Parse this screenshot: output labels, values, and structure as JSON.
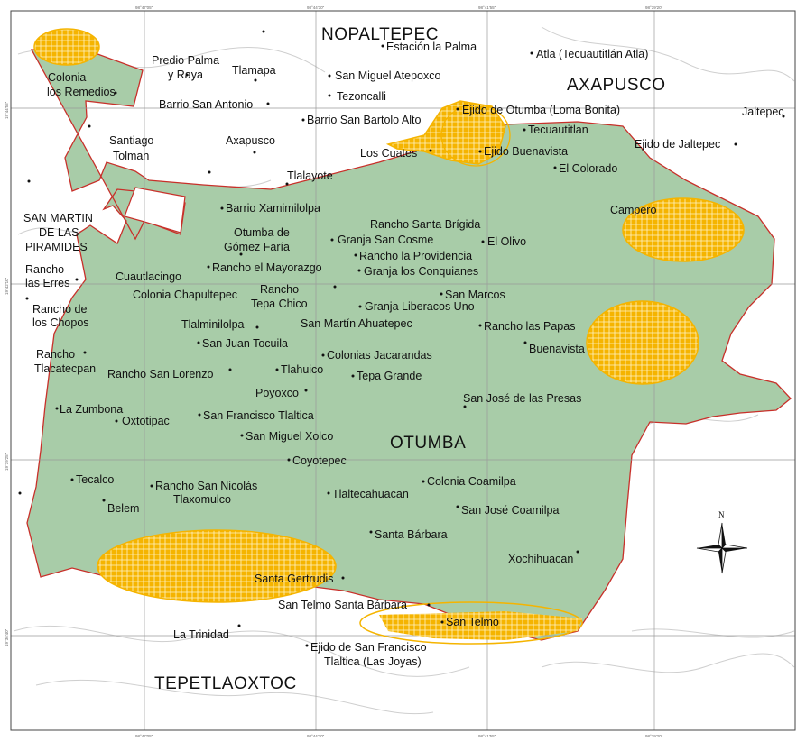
{
  "colors": {
    "background": "#ffffff",
    "municipality_fill": "#a8cca8",
    "boundary": "#c8302a",
    "highlight": "#f5b400",
    "contour": "#cfcfcf",
    "grid": "#9a9a9a"
  },
  "regions": {
    "nopaltepec": "NOPALTEPEC",
    "axapusco": "AXAPUSCO",
    "otumba": "OTUMBA",
    "tepetlaoxtoc": "TEPETLAOXTOC",
    "san_martin_1": "SAN MARTIN",
    "san_martin_2": "DE LAS",
    "san_martin_3": "PIRAMIDES"
  },
  "compass": {
    "label": "N",
    "icon": "compass-rose-icon"
  },
  "coords": {
    "top": [
      "98°47'05\"",
      "98°44'30\"",
      "98°41'55\"",
      "98°39'20\""
    ],
    "bottom": [
      "98°47'05\"",
      "98°44'30\"",
      "98°41'55\"",
      "98°39'20\""
    ],
    "left": [
      "19°44'55\"",
      "19°42'10\"",
      "19°39'25\"",
      "19°36'40\""
    ]
  },
  "places": [
    "Colonia",
    "los Remedios",
    "Predio Palma",
    "y Raya",
    "Tlamapa",
    "Estación la Palma",
    "San Miguel Atepoxco",
    "Atla (Tecuautitlán Atla)",
    "Tezoncalli",
    "Barrio San Antonio",
    "Barrio San Bartolo Alto",
    "Ejido de Otumba (Loma Bonita)",
    "Jaltepec",
    "Santiago",
    "Tolman",
    "Axapusco",
    "Los Cuates",
    "Ejido Buenavista",
    "Tecuautitlan",
    "Ejido de Jaltepec",
    "El Colorado",
    "Tlalayote",
    "Barrio Xamimilolpa",
    "Campero",
    "Rancho Santa Brígida",
    "Otumba de",
    "Gómez Faría",
    "Granja San Cosme",
    "El Olivo",
    "Rancho la Providencia",
    "Rancho",
    "las Erres",
    "Cuautlacingo",
    "Rancho el Mayorazgo",
    "Granja los Conquianes",
    "Colonia Chapultepec",
    "Rancho",
    "Tepa Chico",
    "San Marcos",
    "Rancho de",
    "los Chopos",
    "Granja Liberacos Uno",
    "Tlalminilolpa",
    "San Martín Ahuatepec",
    "Rancho las Papas",
    "Rancho",
    "Tlacatecpan",
    "San Juan Tocuila",
    "Buenavista",
    "Colonias Jacarandas",
    "Rancho San Lorenzo",
    "Tlahuico",
    "Tepa Grande",
    "Poyoxco",
    "San José de las Presas",
    "La Zumbona",
    "Oxtotipac",
    "San Francisco Tlaltica",
    "San Miguel Xolco",
    "Coyotepec",
    "Tecalco",
    "Rancho San Nicolás",
    "Tlaxomulco",
    "Colonia Coamilpa",
    "Belem",
    "Tlaltecahuacan",
    "San José Coamilpa",
    "Santa Bárbara",
    "Xochihuacan",
    "Santa Gertrudis",
    "San Telmo Santa Bárbara",
    "San Telmo",
    "La Trinidad",
    "Ejido de San Francisco",
    "Tlaltica (Las Joyas)"
  ]
}
